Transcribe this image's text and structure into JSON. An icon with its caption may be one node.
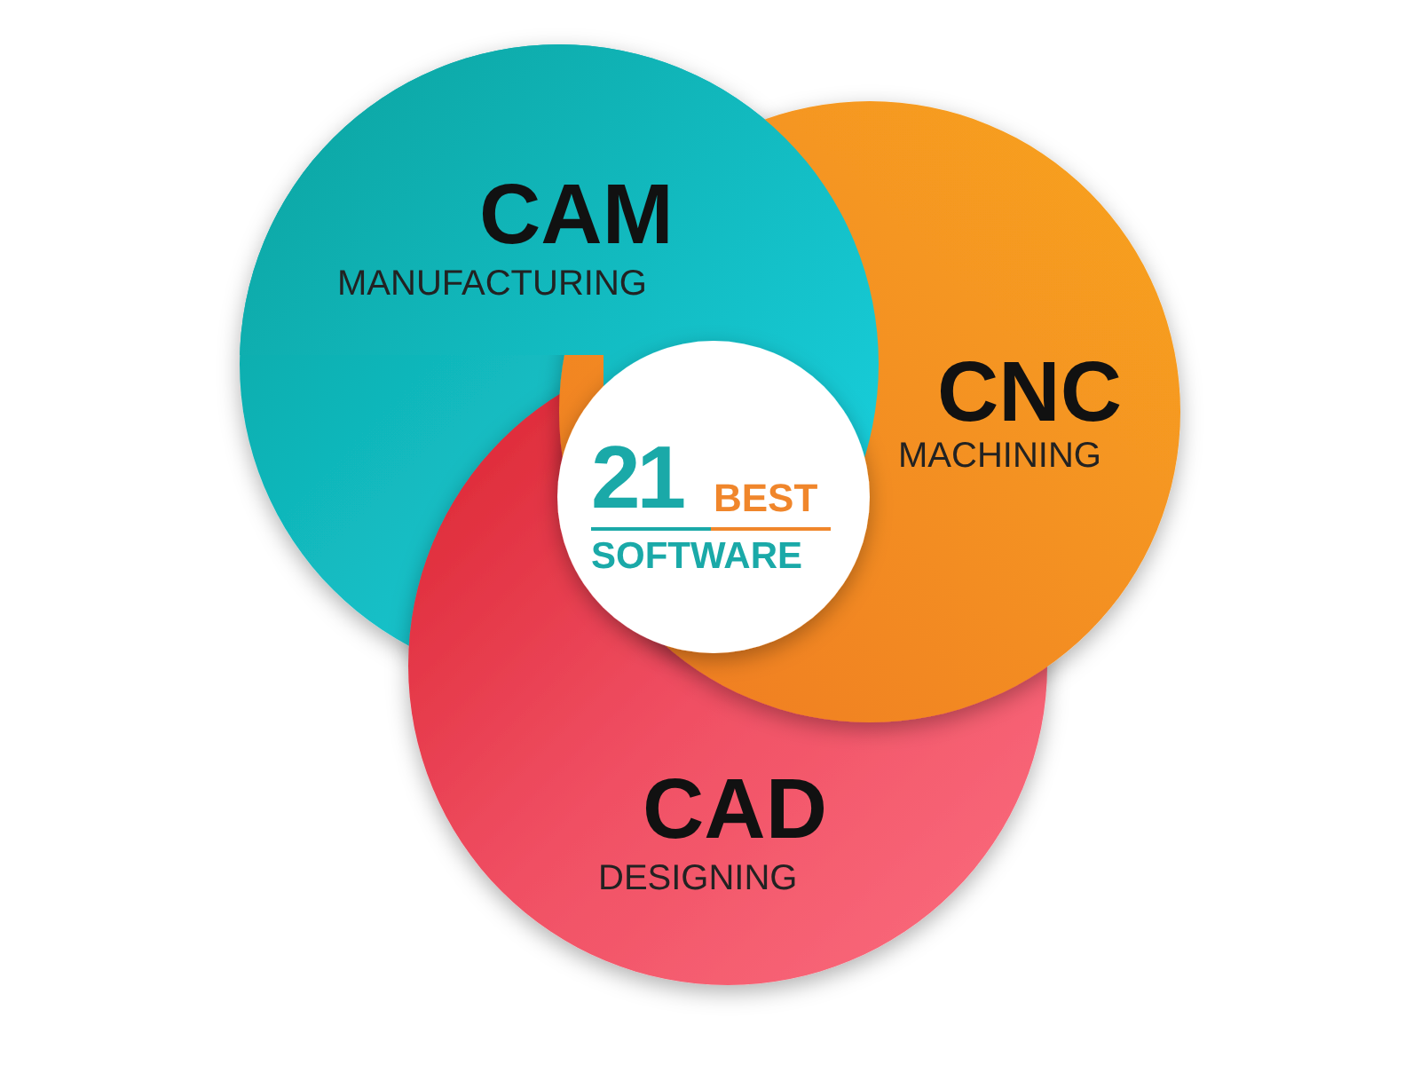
{
  "diagram": {
    "nodes": [
      {
        "text": [
          "CAM",
          "MANUFACTURING"
        ]
      },
      {
        "text": [
          "CAD",
          "DESIGNING"
        ]
      },
      {
        "text": [
          "CNC",
          "MACHINING"
        ]
      },
      {
        "text": [
          "21",
          "BEST",
          "SOFTWARE"
        ]
      }
    ]
  }
}
